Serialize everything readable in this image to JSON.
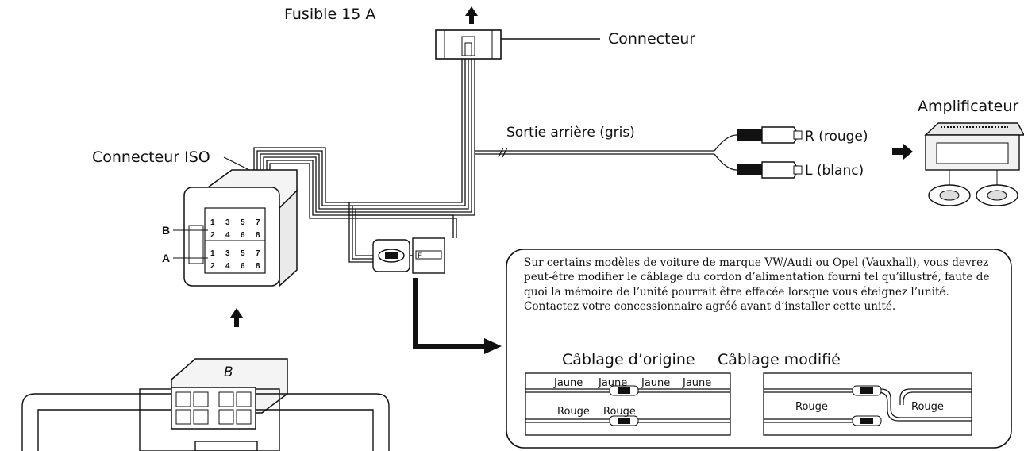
{
  "labels": {
    "fuse": "Fusible 15 A",
    "connector": "Connecteur",
    "iso_connector": "Connecteur ISO",
    "rear_output": "Sortie arrière (gris)",
    "right_channel": "R (rouge)",
    "left_channel": "L (blanc)",
    "amplifier": "Amplificateur",
    "pin_row_b": "B",
    "pin_row_a": "A",
    "plug_letter": "B"
  },
  "pins": {
    "top_row": [
      "1",
      "3",
      "5",
      "7"
    ],
    "bottom_row": [
      "2",
      "4",
      "6",
      "8"
    ]
  },
  "note": {
    "text": "Sur certains modèles de voiture de marque VW/Audi ou Opel (Vauxhall), vous devrez peut-être modifier le câblage du cordon d’alimentation fourni tel qu’illustré, faute de quoi la mémoire de l’unité pourrait être effacée lorsque vous éteignez l’unité. Contactez votre concessionnaire agréé avant d’installer cette unité."
  },
  "wiring": {
    "original_title": "Câblage d’origine",
    "modified_title": "Câblage modifié",
    "original_top": [
      "Jaune",
      "Jaune",
      "Jaune",
      "Jaune"
    ],
    "original_bottom": [
      "Rouge",
      "Rouge"
    ],
    "modified_left": "Rouge",
    "modified_right": "Rouge"
  },
  "colors": {
    "line": "#111111",
    "background": "#ffffff"
  }
}
